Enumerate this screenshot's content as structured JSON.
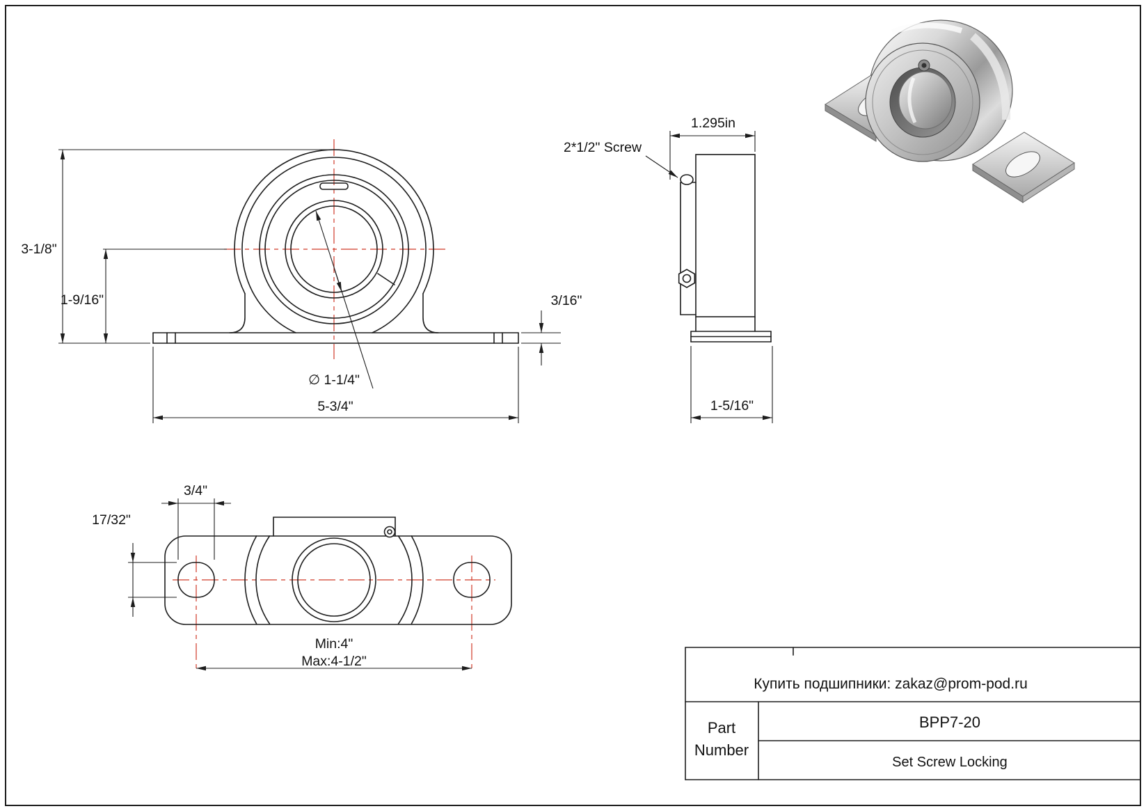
{
  "colors": {
    "line": "#1c1c1c",
    "centerline": "#d03a28",
    "background": "#ffffff"
  },
  "front_view": {
    "dim_overall_height": "3-1/8\"",
    "dim_center_height": "1-9/16\"",
    "dim_base_width": "5-3/4\"",
    "dim_bore_diameter": "∅ 1-1/4\"",
    "dim_base_thickness": "3/16\""
  },
  "side_view": {
    "screw_label": "2*1/2\" Screw",
    "dim_top_width": "1.295in",
    "dim_base_depth": "1-5/16\""
  },
  "top_view": {
    "dim_slot_width": "3/4\"",
    "dim_slot_length": "17/32\"",
    "dim_bolt_min": "Min:4\"",
    "dim_bolt_max": "Max:4-1/2\""
  },
  "title_block": {
    "contact": "Купить подшипники: zakaz@prom-pod.ru",
    "part_label_line1": "Part",
    "part_label_line2": "Number",
    "part_number": "BPP7-20",
    "locking": "Set Screw Locking"
  }
}
